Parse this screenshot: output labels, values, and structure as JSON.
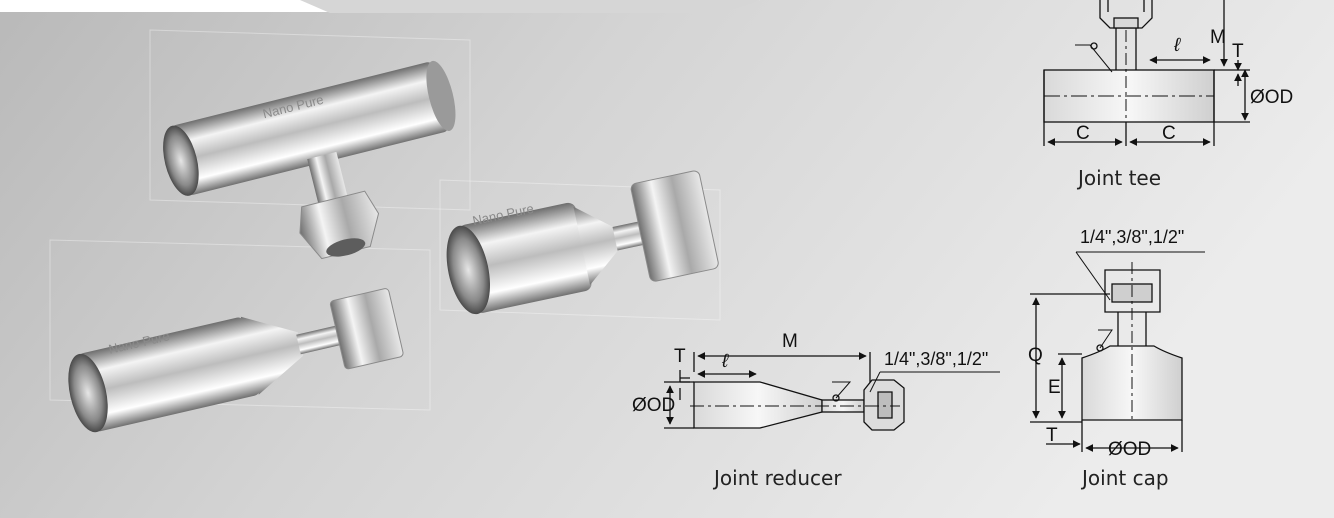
{
  "photo": {
    "brand_text": "Nano Pure"
  },
  "tee": {
    "caption": "Joint tee",
    "labels": {
      "M": "M",
      "T": "T",
      "l": "ℓ",
      "OD": "ØOD",
      "C_left": "C",
      "C_right": "C"
    }
  },
  "cap": {
    "caption": "Joint cap",
    "labels": {
      "size": "1/4\",3/8\",1/2\"",
      "Q": "Q",
      "E": "E",
      "T": "T",
      "OD": "ØOD"
    }
  },
  "reducer": {
    "caption": "Joint reducer",
    "labels": {
      "M": "M",
      "T": "T",
      "l": "ℓ",
      "OD": "ØOD",
      "size": "1/4\",3/8\",1/2\""
    }
  },
  "colors": {
    "background_light": "#e9e9e9",
    "background_dark": "#c4c4c4",
    "steel_light": "#f2f2f2",
    "steel_dark": "#6e6e6e",
    "line": "#111111"
  }
}
